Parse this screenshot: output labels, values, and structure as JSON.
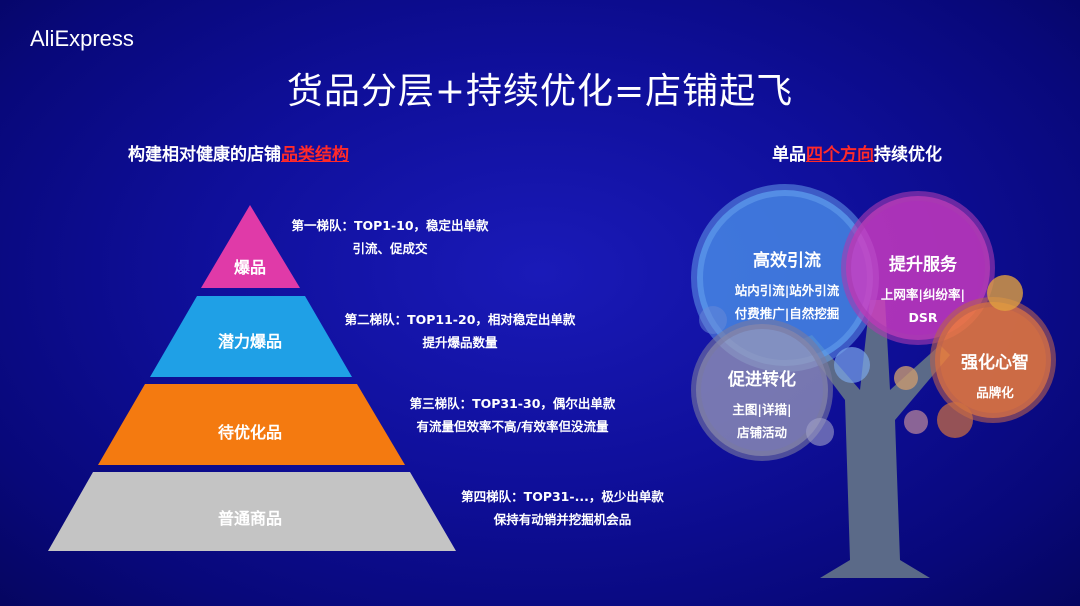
{
  "logo": "AliExpress",
  "title": "货品分层+持续优化=店铺起飞",
  "left_heading": {
    "prefix": "构建相对健康的店铺",
    "highlight": "品类结构"
  },
  "right_heading": {
    "prefix": "单品",
    "highlight": "四个方向",
    "suffix": "持续优化"
  },
  "pyramid": [
    {
      "label": "爆品",
      "color": "#e03aa8",
      "desc": [
        "第一梯队：TOP1-10，稳定出单款",
        "引流、促成交"
      ]
    },
    {
      "label": "潜力爆品",
      "color": "#1fa0e6",
      "desc": [
        "第二梯队：TOP11-20，相对稳定出单款",
        "提升爆品数量"
      ]
    },
    {
      "label": "待优化品",
      "color": "#f47a10",
      "desc": [
        "第三梯队：TOP31-30，偶尔出单款",
        "有流量但效率不高/有效率但没流量"
      ]
    },
    {
      "label": "普通商品",
      "color": "#c4c4c4",
      "desc": [
        "第四梯队：TOP31-...，极少出单款",
        "保持有动销并挖掘机会品"
      ]
    }
  ],
  "tree": [
    {
      "title": "高效引流",
      "lines": [
        "站内引流|站外引流",
        "付费推广|自然挖掘"
      ],
      "color": "#4a8ee8"
    },
    {
      "title": "提升服务",
      "lines": [
        "上网率|纠纷率|",
        "DSR"
      ],
      "color": "#d23cc0"
    },
    {
      "title": "强化心智",
      "lines": [
        "品牌化"
      ],
      "color": "#ef7d3a"
    },
    {
      "title": "促进转化",
      "lines": [
        "主图|详描|",
        "店铺活动"
      ],
      "color": "#9a9ab8"
    }
  ]
}
